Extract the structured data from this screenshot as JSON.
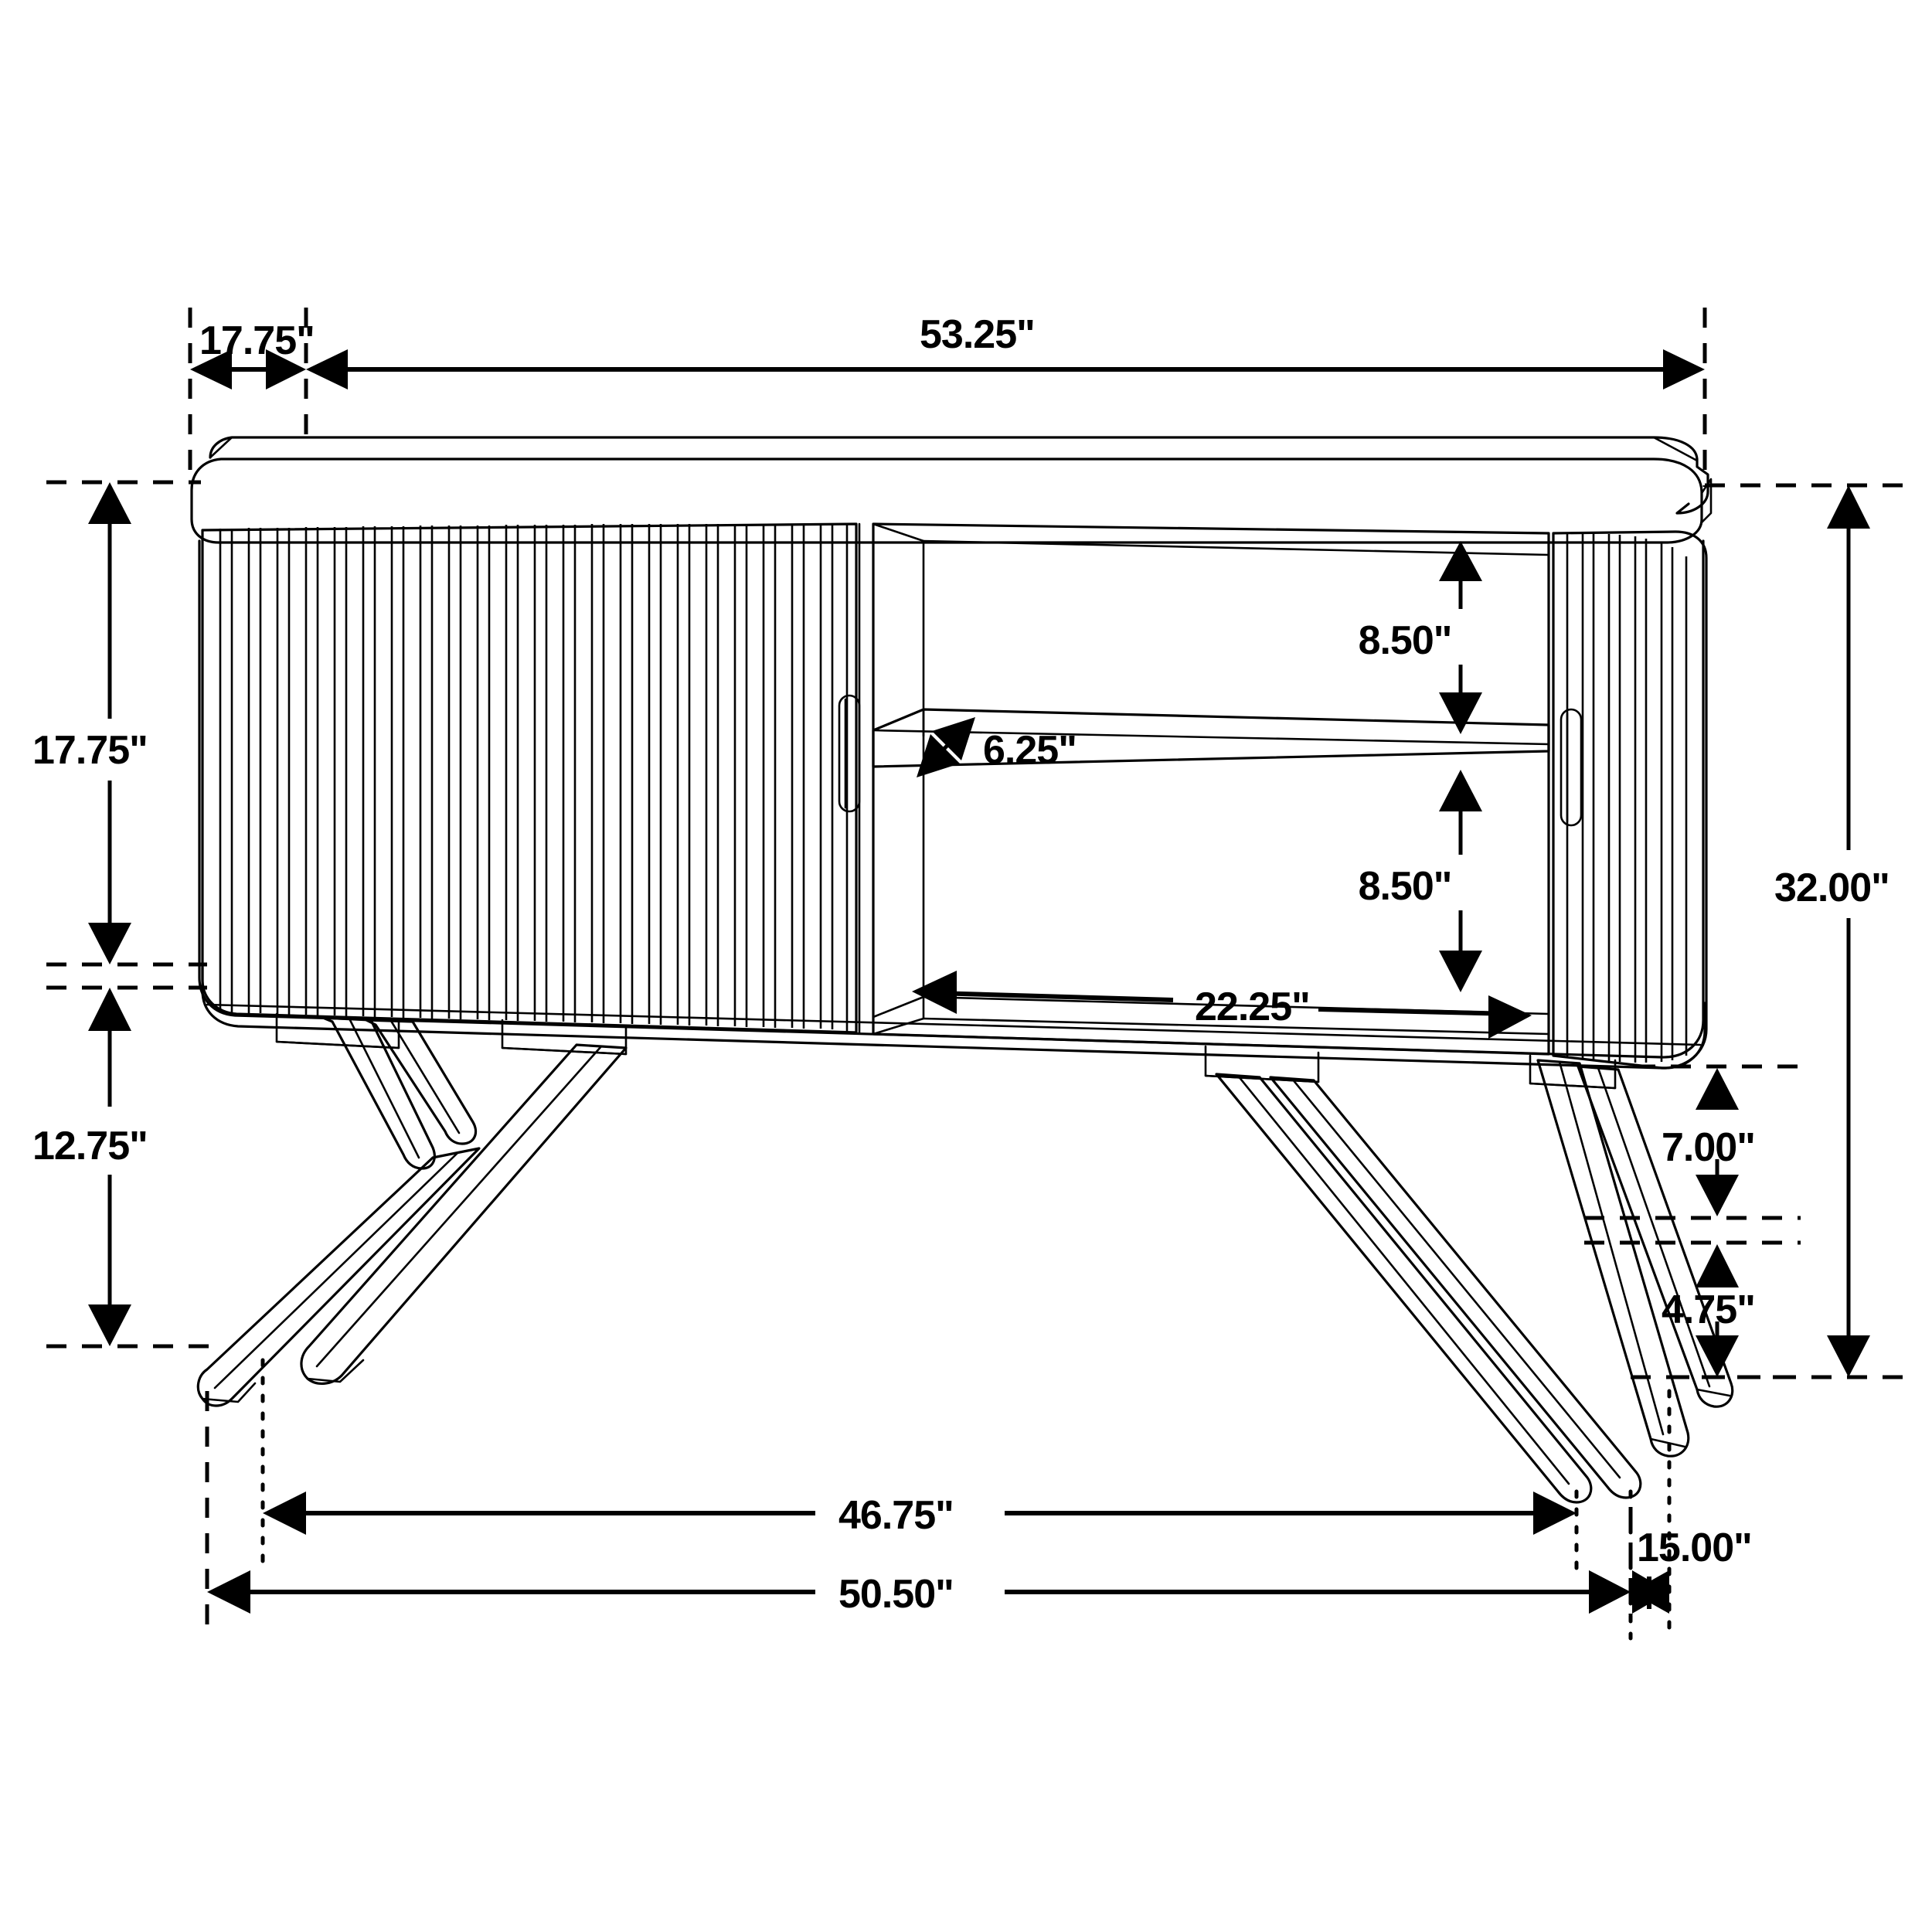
{
  "drawing": {
    "title": "Sideboard / Console Table Dimension Drawing",
    "units": "inches",
    "unit_symbol": "\"",
    "line_color": "#000000",
    "background_color": "#ffffff"
  },
  "dimensions": {
    "depth_top": "17.75\"",
    "width_top": "53.25\"",
    "cabinet_height": "17.75\"",
    "leg_height": "12.75\"",
    "shelf_upper_clearance": "8.50\"",
    "shelf_lower_clearance": "8.50\"",
    "shelf_depth": "6.25\"",
    "open_section_width": "22.25\"",
    "overall_height": "32.00\"",
    "leg_cross_upper": "7.00\"",
    "leg_cross_lower": "4.75\"",
    "leg_span_inner": "46.75\"",
    "leg_span_outer": "50.50\"",
    "foot_offset": "15.00\""
  },
  "dimension_list": [
    {
      "id": "depth-top",
      "label": "17.75\"",
      "orientation": "horizontal",
      "location": "top-left"
    },
    {
      "id": "width-top",
      "label": "53.25\"",
      "orientation": "horizontal",
      "location": "top"
    },
    {
      "id": "cabinet-height",
      "label": "17.75\"",
      "orientation": "vertical",
      "location": "left-upper"
    },
    {
      "id": "leg-height",
      "label": "12.75\"",
      "orientation": "vertical",
      "location": "left-lower"
    },
    {
      "id": "shelf-upper",
      "label": "8.50\"",
      "orientation": "vertical",
      "location": "interior-upper"
    },
    {
      "id": "shelf-lower",
      "label": "8.50\"",
      "orientation": "vertical",
      "location": "interior-lower"
    },
    {
      "id": "shelf-depth",
      "label": "6.25\"",
      "orientation": "diagonal",
      "location": "interior-shelf"
    },
    {
      "id": "open-section-width",
      "label": "22.25\"",
      "orientation": "horizontal",
      "location": "interior-bottom"
    },
    {
      "id": "overall-height",
      "label": "32.00\"",
      "orientation": "vertical",
      "location": "right"
    },
    {
      "id": "leg-cross-upper",
      "label": "7.00\"",
      "orientation": "vertical",
      "location": "right-lower-upper"
    },
    {
      "id": "leg-cross-lower",
      "label": "4.75\"",
      "orientation": "vertical",
      "location": "right-lower-lower"
    },
    {
      "id": "leg-span-inner",
      "label": "46.75\"",
      "orientation": "horizontal",
      "location": "bottom-upper"
    },
    {
      "id": "leg-span-outer",
      "label": "50.50\"",
      "orientation": "horizontal",
      "location": "bottom-lower"
    },
    {
      "id": "foot-offset",
      "label": "15.00\"",
      "orientation": "horizontal",
      "location": "bottom-right"
    }
  ],
  "parts": {
    "top_panel": "cabinet-top",
    "left_door": "fluted-sliding-door-left",
    "right_door": "fluted-sliding-door-right",
    "left_handle": "door-handle-left",
    "right_handle": "door-handle-right",
    "open_compartment": "center-open-shelf",
    "middle_shelf": "center-middle-shelf",
    "legs": "splayed-cross-legs",
    "plinth": "base-rail"
  }
}
